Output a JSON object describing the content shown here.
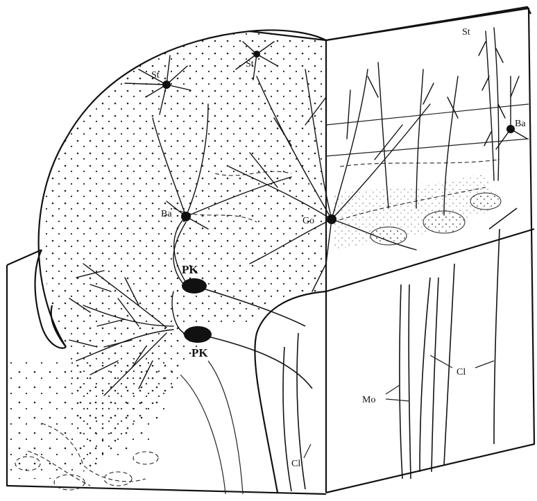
{
  "figure": {
    "labels": {
      "st_left": "St",
      "st_mid": "St",
      "st_right": "St",
      "ba_left": "Ba",
      "ba_right": "Ba",
      "go": "Go",
      "pk_upper": "PK",
      "pk_lower": "PK",
      "mo": "Mo",
      "cl_right": "Cl",
      "cl_bottom": "Cl"
    }
  }
}
